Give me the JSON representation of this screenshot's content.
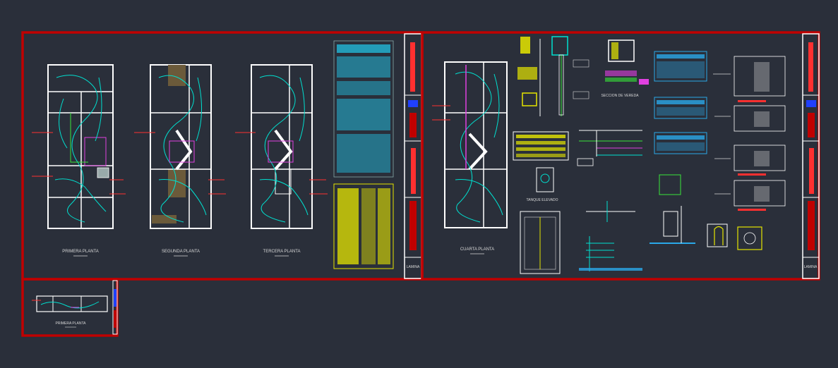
{
  "background": "#2a2f3a",
  "colors": {
    "frame": "#c00000",
    "wall": "#ffffff",
    "wiring": "#00e0d0",
    "label": "#ff3030",
    "accent_green": "#39e639",
    "accent_magenta": "#e040e0",
    "text_block": "#22b8d8",
    "legend": "#e6e600",
    "table_blue": "#2aa8e8"
  },
  "sheets": {
    "main_left": {
      "plans": [
        "PRIMERA PLANTA",
        "SEGUNDA PLANTA",
        "TERCERA PLANTA"
      ]
    },
    "main_right": {
      "plans": [
        "CUARTA PLANTA"
      ],
      "detail_labels": [
        "TANQUE ELEVADO",
        "SECCION DE VEREDA"
      ]
    },
    "small": {
      "plans": [
        "PRIMERA PLANTA"
      ]
    }
  },
  "title_block": {
    "sheet_label": "LAMINA"
  }
}
